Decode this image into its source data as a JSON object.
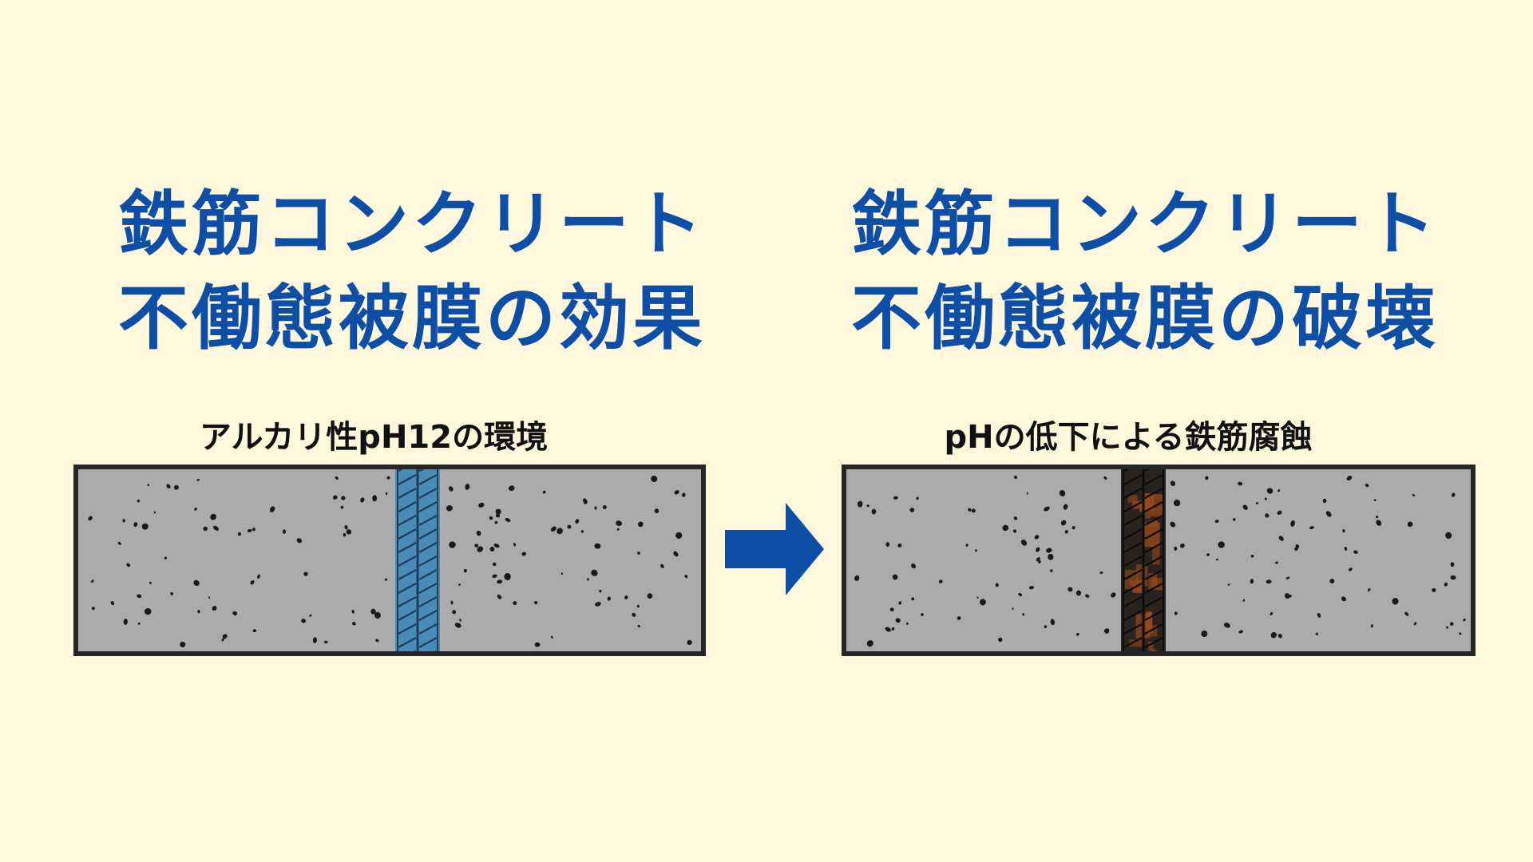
{
  "left_panel": {
    "title_line1": "鉄筋コンクリート",
    "title_line2": "不働態被膜の効果",
    "caption": "アルカリ性pH12の環境",
    "rebar_state": "passive-film-protected"
  },
  "right_panel": {
    "title_line1": "鉄筋コンクリート",
    "title_line2": "不働態被膜の破壊",
    "caption": "pHの低下による鉄筋腐蝕",
    "rebar_state": "corroded"
  },
  "arrow_icon": "right-arrow-icon",
  "colors": {
    "background": "#FFF8DC",
    "title": "#0D4EA6",
    "caption": "#111111",
    "concrete": "#ABABAB",
    "concrete_border": "#262626",
    "aggregate": "#1A1A1A",
    "healthy_rebar": "#3F88B8",
    "healthy_rebar_line": "#1E3F5C",
    "corroded_rebar": "#2A2420",
    "rust": "#9A4A1A",
    "arrow": "#0D4EA6"
  }
}
